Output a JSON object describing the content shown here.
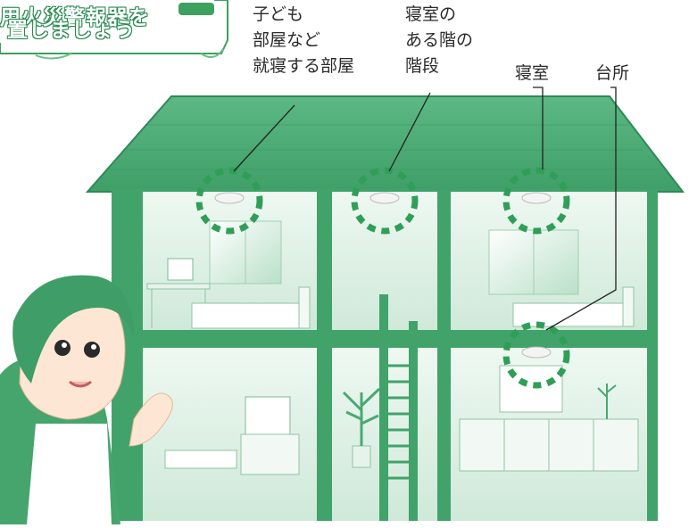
{
  "banner": {
    "line1": "用火災警報器を",
    "line2": "置しましょう"
  },
  "labels": {
    "child_room": [
      "子ども",
      "部屋など",
      "就寝する部屋"
    ],
    "stairs": [
      "寝室の",
      "ある階の",
      "階段"
    ],
    "bedroom": "寝室",
    "kitchen": "台所"
  },
  "colors": {
    "house_green": "#41a36a",
    "roof_green": "#4aa873",
    "wall_light": "#dcefe3",
    "detector_ring": "#2f9e57",
    "banner_green": "#3da15f"
  }
}
